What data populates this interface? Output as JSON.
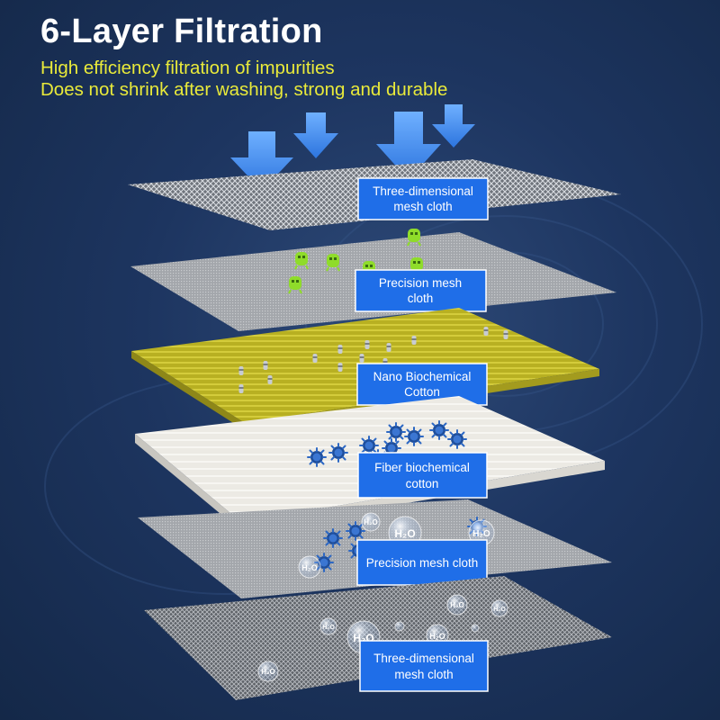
{
  "header": {
    "title": "6-Layer Filtration",
    "subtitle_line1": "High efficiency filtration of impurities",
    "subtitle_line2": "Does not shrink after washing, strong and durable"
  },
  "layers": [
    {
      "label_line1": "Three-dimensional",
      "label_line2": "mesh cloth"
    },
    {
      "label_line1": "Precision mesh",
      "label_line2": "cloth"
    },
    {
      "label_line1": "Nano Biochemical",
      "label_line2": "Cotton"
    },
    {
      "label_line1": "Fiber biochemical",
      "label_line2": "cotton"
    },
    {
      "label_line1": "Precision mesh cloth",
      "label_line2": ""
    },
    {
      "label_line1": "Three-dimensional",
      "label_line2": "mesh cloth"
    }
  ],
  "bubble_text": "H₂O",
  "colors": {
    "background": "#1d3560",
    "title": "#ffffff",
    "subtitle": "#e9ea3a",
    "label_bg": "#1f6ee8",
    "nano_layer": "#c9c32a",
    "virus": "#1f4e9a",
    "arrow": "#3a8cf0"
  }
}
